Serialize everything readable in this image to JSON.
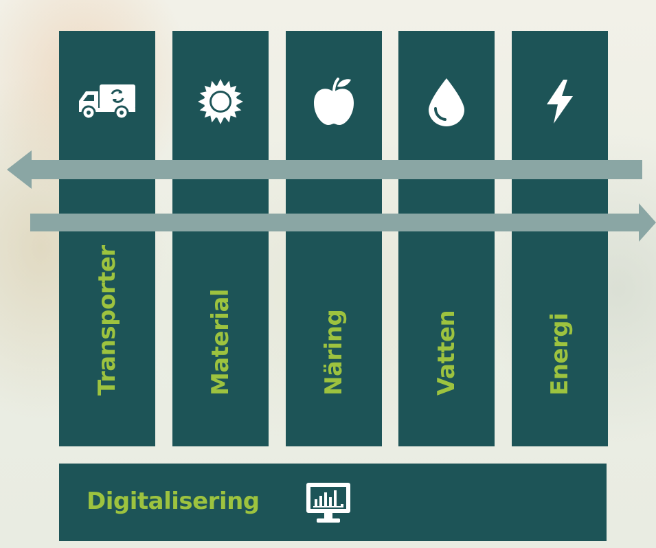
{
  "pillars": [
    {
      "label": "Transporter",
      "icon": "truck-icon"
    },
    {
      "label": "Material",
      "icon": "gear-sun-icon"
    },
    {
      "label": "Näring",
      "icon": "apple-icon"
    },
    {
      "label": "Vatten",
      "icon": "water-drop-icon"
    },
    {
      "label": "Energi",
      "icon": "lightning-bolt-icon"
    }
  ],
  "digital": {
    "label": "Digitalisering",
    "icon": "monitor-chart-icon"
  },
  "colors": {
    "pillar": "#1d5457",
    "label": "#9dc33f",
    "arrow": "#8aa6a4",
    "icon": "#ffffff"
  }
}
